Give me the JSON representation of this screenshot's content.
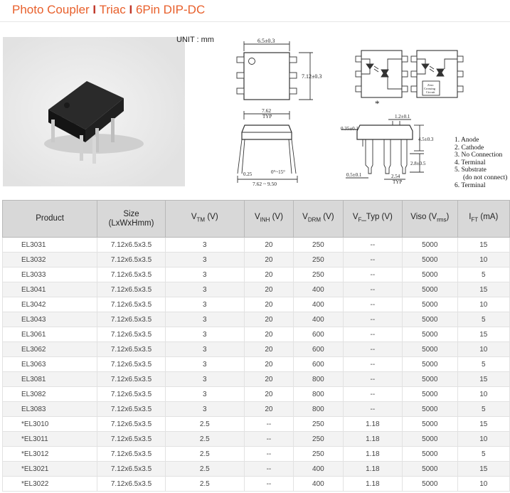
{
  "header": {
    "part1": "Photo Coupler",
    "part2": "Triac",
    "part3": "6Pin DIP-DC",
    "separator": "I"
  },
  "drawing": {
    "unit": "UNIT : mm",
    "dim_width": "6.5±0.3",
    "dim_length": "7.12±0.3",
    "dim_pitch_width": "7.62",
    "dim_typ": "TYP",
    "dim_lead_thickness": "0.25",
    "dim_angle": "0°~15°",
    "dim_spread": "7.62 ~ 9.50",
    "dim_035": "0.35±0.1",
    "dim_12": "1.2±0.1",
    "dim_height": "4.5±0.3",
    "dim_lead_len": "2.8±0.5",
    "dim_05": "0.5±0.1",
    "dim_254": "2.54",
    "dim_typ2": "TYP",
    "star": "*",
    "zero_cross": [
      "Zero",
      "Crossing",
      "Circuit"
    ],
    "pins": [
      "1. Anode",
      "2. Cathode",
      "3. No Connection",
      "4. Terminal",
      "5. Substrate",
      "(do not connect)",
      "6. Terminal"
    ]
  },
  "table": {
    "columns": [
      "Product",
      "Size",
      "(LxWxHmm)",
      "V",
      "TM",
      "(V)",
      "INH",
      "DRM",
      "F",
      "_Typ (V)",
      "Viso (V",
      "rms",
      ")",
      "I",
      "FT",
      "(mA)"
    ],
    "rows": [
      [
        "EL3031",
        "7.12x6.5x3.5",
        "3",
        "20",
        "250",
        "--",
        "5000",
        "15"
      ],
      [
        "EL3032",
        "7.12x6.5x3.5",
        "3",
        "20",
        "250",
        "--",
        "5000",
        "10"
      ],
      [
        "EL3033",
        "7.12x6.5x3.5",
        "3",
        "20",
        "250",
        "--",
        "5000",
        "5"
      ],
      [
        "EL3041",
        "7.12x6.5x3.5",
        "3",
        "20",
        "400",
        "--",
        "5000",
        "15"
      ],
      [
        "EL3042",
        "7.12x6.5x3.5",
        "3",
        "20",
        "400",
        "--",
        "5000",
        "10"
      ],
      [
        "EL3043",
        "7.12x6.5x3.5",
        "3",
        "20",
        "400",
        "--",
        "5000",
        "5"
      ],
      [
        "EL3061",
        "7.12x6.5x3.5",
        "3",
        "20",
        "600",
        "--",
        "5000",
        "15"
      ],
      [
        "EL3062",
        "7.12x6.5x3.5",
        "3",
        "20",
        "600",
        "--",
        "5000",
        "10"
      ],
      [
        "EL3063",
        "7.12x6.5x3.5",
        "3",
        "20",
        "600",
        "--",
        "5000",
        "5"
      ],
      [
        "EL3081",
        "7.12x6.5x3.5",
        "3",
        "20",
        "800",
        "--",
        "5000",
        "15"
      ],
      [
        "EL3082",
        "7.12x6.5x3.5",
        "3",
        "20",
        "800",
        "--",
        "5000",
        "10"
      ],
      [
        "EL3083",
        "7.12x6.5x3.5",
        "3",
        "20",
        "800",
        "--",
        "5000",
        "5"
      ],
      [
        "*EL3010",
        "7.12x6.5x3.5",
        "2.5",
        "--",
        "250",
        "1.18",
        "5000",
        "15"
      ],
      [
        "*EL3011",
        "7.12x6.5x3.5",
        "2.5",
        "--",
        "250",
        "1.18",
        "5000",
        "10"
      ],
      [
        "*EL3012",
        "7.12x6.5x3.5",
        "2.5",
        "--",
        "250",
        "1.18",
        "5000",
        "5"
      ],
      [
        "*EL3021",
        "7.12x6.5x3.5",
        "2.5",
        "--",
        "400",
        "1.18",
        "5000",
        "15"
      ],
      [
        "*EL3022",
        "7.12x6.5x3.5",
        "2.5",
        "--",
        "400",
        "1.18",
        "5000",
        "10"
      ]
    ]
  },
  "colors": {
    "title": "#e8602c",
    "separator": "#c0392b",
    "header_bg": "#d8d8d8"
  }
}
